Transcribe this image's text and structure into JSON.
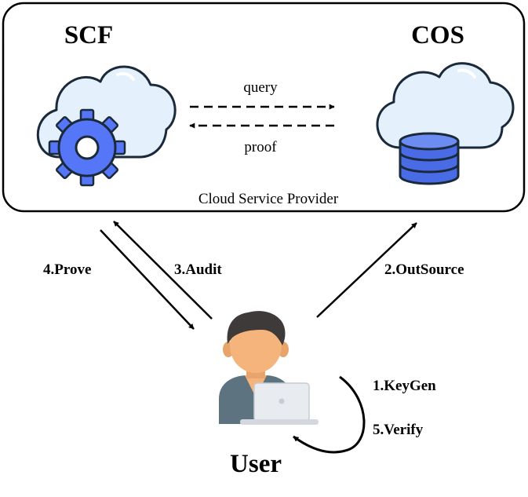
{
  "provider": {
    "label": "Cloud Service Provider",
    "scf_title": "SCF",
    "cos_title": "COS"
  },
  "flows": {
    "query": "query",
    "proof": "proof"
  },
  "steps": {
    "keygen": "1.KeyGen",
    "outsource": "2.OutSource",
    "audit": "3.Audit",
    "prove": "4.Prove",
    "verify": "5.Verify"
  },
  "user": {
    "label": "User"
  },
  "icons": {
    "scf": "cloud-gear-icon",
    "cos": "cloud-database-icon",
    "user": "user-laptop-icon"
  },
  "colors": {
    "cloud_fill": "#e4f0fb",
    "outline": "#1b2a3b",
    "gear": "#5576f7",
    "database": "#4a6be6",
    "skin": "#f4b47c",
    "hair": "#3e3a3a",
    "shirt": "#5d7380",
    "laptop": "#e8ebef"
  }
}
